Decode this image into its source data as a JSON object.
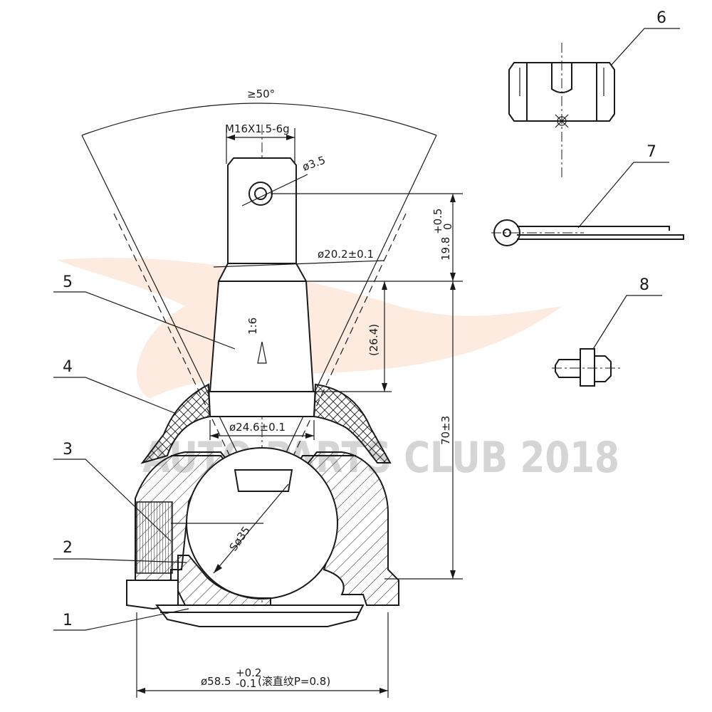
{
  "watermark": {
    "text": "AUTO PARTS CLUB 2018",
    "logo_color": "#f3a46b"
  },
  "callouts": [
    "1",
    "2",
    "3",
    "4",
    "5",
    "6",
    "7",
    "8"
  ],
  "dimensions": {
    "angle": "≥50°",
    "thread": "M16X1.5-6g",
    "hole_dia": "ø3.5",
    "neck_dia": "ø20.2±0.1",
    "hole_offset_main": "19.8",
    "hole_offset_tol_upper": "+0.5",
    "hole_offset_tol_lower": "0",
    "ref_length": "(26.4)",
    "taper": "1:6",
    "total_height": "70±3",
    "stud_base_dia": "ø24.6±0.1",
    "ball_dia": "Sø35",
    "base_dia_main": "ø58.5",
    "base_dia_tol_upper": "+0.2",
    "base_dia_tol_lower": "-0.1",
    "base_dia_note": "(滚直纹P=0.8)"
  },
  "colors": {
    "line": "#1a1a1a",
    "background": "#ffffff"
  }
}
